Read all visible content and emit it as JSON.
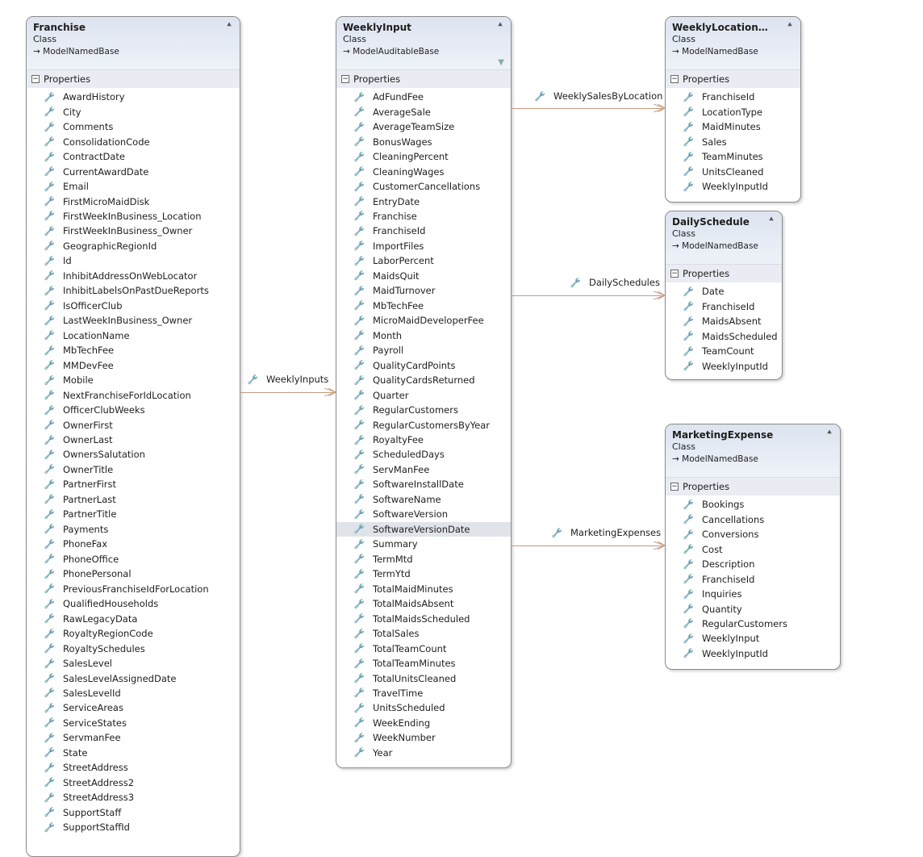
{
  "classes": {
    "franchise": {
      "name": "Franchise",
      "kind": "Class",
      "base": "ModelNamedBase",
      "section": "Properties",
      "properties": [
        "AwardHistory",
        "City",
        "Comments",
        "ConsolidationCode",
        "ContractDate",
        "CurrentAwardDate",
        "Email",
        "FirstMicroMaidDisk",
        "FirstWeekInBusiness_Location",
        "FirstWeekInBusiness_Owner",
        "GeographicRegionId",
        "Id",
        "InhibitAddressOnWebLocator",
        "InhibitLabelsOnPastDueReports",
        "IsOfficerClub",
        "LastWeekInBusiness_Owner",
        "LocationName",
        "MbTechFee",
        "MMDevFee",
        "Mobile",
        "NextFranchiseForIdLocation",
        "OfficerClubWeeks",
        "OwnerFirst",
        "OwnerLast",
        "OwnersSalutation",
        "OwnerTitle",
        "PartnerFirst",
        "PartnerLast",
        "PartnerTitle",
        "Payments",
        "PhoneFax",
        "PhoneOffice",
        "PhonePersonal",
        "PreviousFranchiseIdForLocation",
        "QualifiedHouseholds",
        "RawLegacyData",
        "RoyaltyRegionCode",
        "RoyaltySchedules",
        "SalesLevel",
        "SalesLevelAssignedDate",
        "SalesLevelId",
        "ServiceAreas",
        "ServiceStates",
        "ServmanFee",
        "State",
        "StreetAddress",
        "StreetAddress2",
        "StreetAddress3",
        "SupportStaff",
        "SupportStaffId"
      ]
    },
    "weeklyInput": {
      "name": "WeeklyInput",
      "kind": "Class",
      "base": "ModelAuditableBase",
      "section": "Properties",
      "selected": "SoftwareVersionDate",
      "properties": [
        "AdFundFee",
        "AverageSale",
        "AverageTeamSize",
        "BonusWages",
        "CleaningPercent",
        "CleaningWages",
        "CustomerCancellations",
        "EntryDate",
        "Franchise",
        "FranchiseId",
        "ImportFiles",
        "LaborPercent",
        "MaidsQuit",
        "MaidTurnover",
        "MbTechFee",
        "MicroMaidDeveloperFee",
        "Month",
        "Payroll",
        "QualityCardPoints",
        "QualityCardsReturned",
        "Quarter",
        "RegularCustomers",
        "RegularCustomersByYear",
        "RoyaltyFee",
        "ScheduledDays",
        "ServManFee",
        "SoftwareInstallDate",
        "SoftwareName",
        "SoftwareVersion",
        "SoftwareVersionDate",
        "Summary",
        "TermMtd",
        "TermYtd",
        "TotalMaidMinutes",
        "TotalMaidsAbsent",
        "TotalMaidsScheduled",
        "TotalSales",
        "TotalTeamCount",
        "TotalTeamMinutes",
        "TotalUnitsCleaned",
        "TravelTime",
        "UnitsScheduled",
        "WeekEnding",
        "WeekNumber",
        "Year"
      ]
    },
    "weeklyLocationType": {
      "name": "WeeklyLocationTyp...",
      "kind": "Class",
      "base": "ModelNamedBase",
      "section": "Properties",
      "properties": [
        "FranchiseId",
        "LocationType",
        "MaidMinutes",
        "Sales",
        "TeamMinutes",
        "UnitsCleaned",
        "WeeklyInputId"
      ]
    },
    "dailySchedule": {
      "name": "DailySchedule",
      "kind": "Class",
      "base": "ModelNamedBase",
      "section": "Properties",
      "properties": [
        "Date",
        "FranchiseId",
        "MaidsAbsent",
        "MaidsScheduled",
        "TeamCount",
        "WeeklyInputId"
      ]
    },
    "marketingExpense": {
      "name": "MarketingExpense",
      "kind": "Class",
      "base": "ModelNamedBase",
      "section": "Properties",
      "properties": [
        "Bookings",
        "Cancellations",
        "Conversions",
        "Cost",
        "Description",
        "FranchiseId",
        "Inquiries",
        "Quantity",
        "RegularCustomers",
        "WeeklyInput",
        "WeeklyInputId"
      ]
    }
  },
  "associations": {
    "weeklyInputs": "WeeklyInputs",
    "weeklySalesByLocation": "WeeklySalesByLocation",
    "dailySchedules": "DailySchedules",
    "marketingExpenses": "MarketingExpenses"
  },
  "colors": {
    "connector": "#c49a80",
    "header": "#dde4f0"
  }
}
